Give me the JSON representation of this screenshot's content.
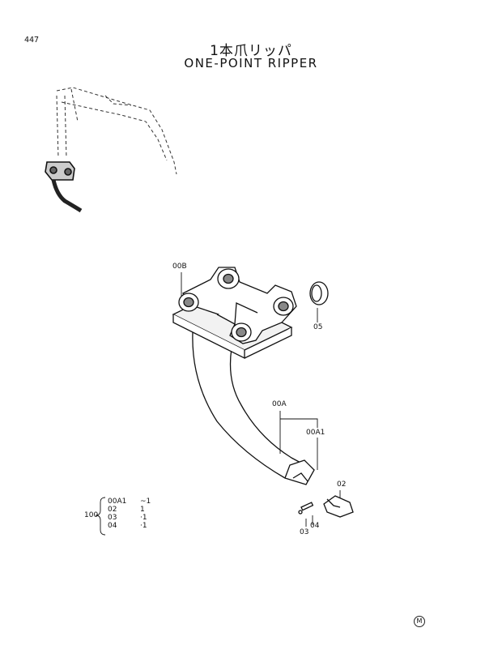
{
  "page": {
    "number": "447"
  },
  "title": {
    "japanese": "1本爪リッパ",
    "english": "ONE-POINT RIPPER"
  },
  "callouts": {
    "c00B": "00B",
    "c05": "05",
    "c00A": "00A",
    "c00A1": "00A1",
    "c02": "02",
    "c03": "03",
    "c04": "04"
  },
  "assembly": {
    "parent": "100",
    "rows": [
      {
        "part": "00A1",
        "qty": "~1"
      },
      {
        "part": "02",
        "qty": "1"
      },
      {
        "part": "03",
        "qty": "·1"
      },
      {
        "part": "04",
        "qty": "·1"
      }
    ]
  },
  "mark": "M"
}
